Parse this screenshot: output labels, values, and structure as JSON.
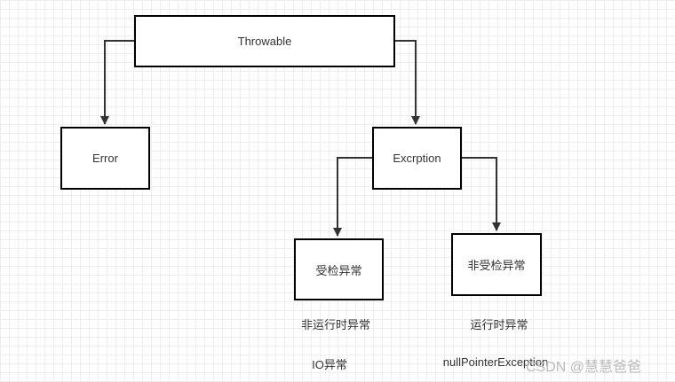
{
  "diagram": {
    "nodes": {
      "throwable": "Throwable",
      "error": "Error",
      "exception": "Excrption",
      "checked": "受检异常",
      "unchecked": "非受检异常"
    },
    "annotations": {
      "checked_note": "非运行时异常",
      "checked_example": "IO异常",
      "unchecked_note": "运行时异常",
      "unchecked_example": "nullPointerException"
    },
    "edges": [
      {
        "from": "Throwable",
        "to": "Error"
      },
      {
        "from": "Throwable",
        "to": "Excrption"
      },
      {
        "from": "Excrption",
        "to": "受检异常"
      },
      {
        "from": "Excrption",
        "to": "非受检异常"
      }
    ]
  },
  "watermark": "CSDN @慧慧爸爸"
}
